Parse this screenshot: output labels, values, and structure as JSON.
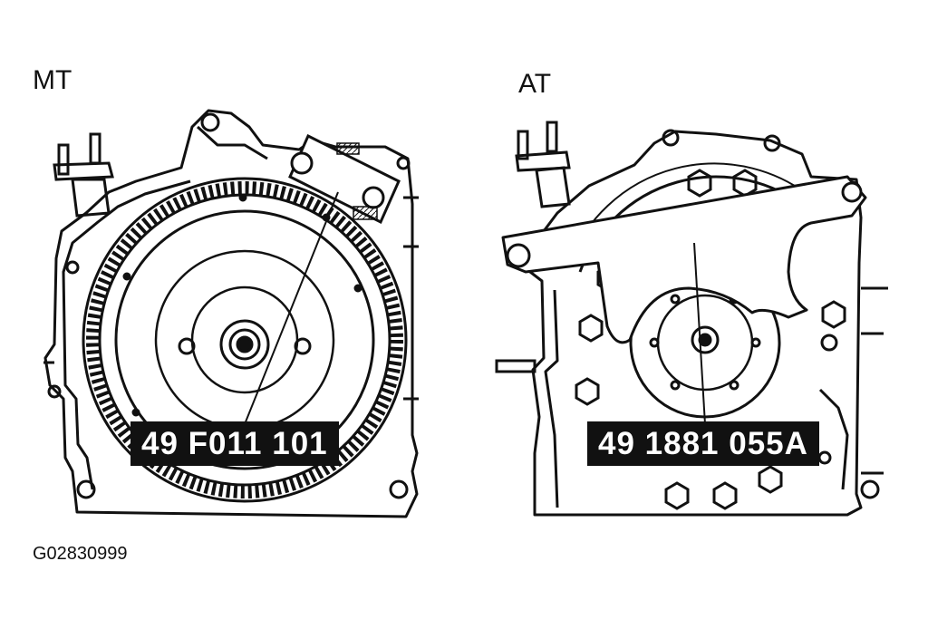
{
  "labels": {
    "mt": "MT",
    "at": "AT"
  },
  "callouts": {
    "mt_tool": "49 F011 101",
    "at_tool": "49 1881 055A"
  },
  "figure_id": "G02830999",
  "colors": {
    "ink": "#111111",
    "paper": "#ffffff"
  }
}
